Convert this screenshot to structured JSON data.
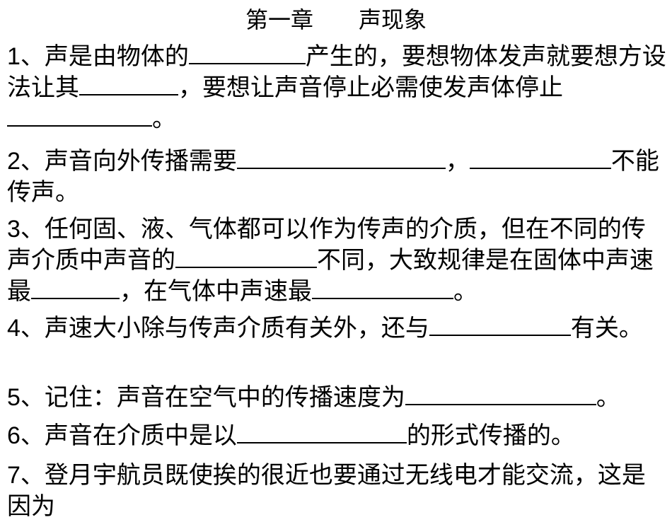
{
  "title": "第一章　　声现象",
  "questions": [
    {
      "num": "1",
      "parts": [
        "、声是由物体的",
        "产生的，要想物体发声就要想方设法让其",
        "，要想让声音停止必需使发声体停止",
        "。"
      ]
    },
    {
      "num": "2",
      "parts": [
        "、声音向外传播需要",
        "，",
        "不能传声。"
      ]
    },
    {
      "num": "3",
      "parts": [
        "、任何固、液、气体都可以作为传声的介质，但在不同的传声介质中声音的",
        "不同，大致规律是在固体中声速最",
        "，在气体中声速最",
        "。"
      ]
    },
    {
      "num": "4",
      "parts": [
        "、声速大小除与传声介质有关外，还与",
        "有关。"
      ]
    },
    {
      "num": "5",
      "parts": [
        "、记住：声音在空气中的传播速度为",
        "。"
      ]
    },
    {
      "num": "6",
      "parts": [
        "、声音在介质中是以",
        "的形式传播的。"
      ]
    },
    {
      "num": "7",
      "parts": [
        "、登月宇航员既使挨的很近也要通过无线电才能交流，这是因为"
      ]
    }
  ]
}
